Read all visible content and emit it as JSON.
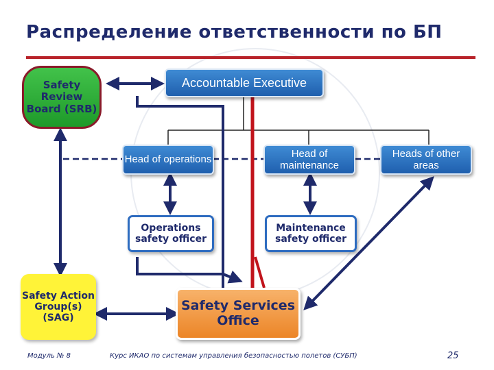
{
  "title": "Распределение ответственности по БП",
  "boxes": {
    "srb": "Safety Review Board (SRB)",
    "accountable_executive": "Accountable Executive",
    "head_operations": "Head of operations",
    "head_maintenance": "Head of maintenance",
    "heads_other": "Heads of other areas",
    "ops_safety_officer": "Operations safety officer",
    "maint_safety_officer": "Maintenance safety officer",
    "sag": "Safety Action Group(s) (SAG)",
    "sso": "Safety Services Office"
  },
  "footer": {
    "module": "Модуль № 8",
    "course": "Курс ИКАО по системам управления безопасностью полетов (СУБП)",
    "page": "25"
  },
  "colors": {
    "navy": "#1f2a6b",
    "red": "#c1141c",
    "box_blue": "#2e6cc0",
    "srb_green": "#2faa37",
    "sag_yellow": "#fff338",
    "sso_orange": "#ec8527"
  }
}
